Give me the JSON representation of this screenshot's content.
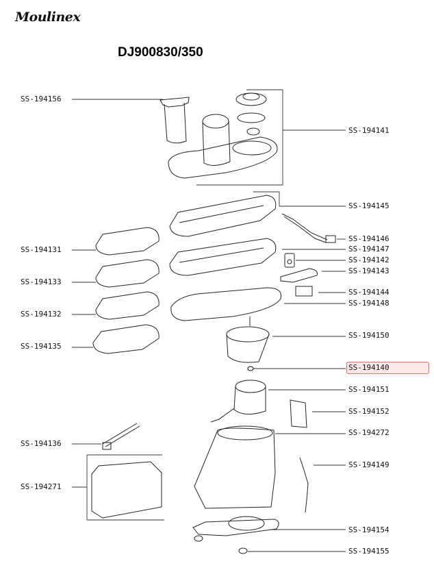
{
  "brand": "Moulinex",
  "model": "DJ900830/350",
  "highlight_color": "#f09696",
  "parts": [
    {
      "ref": "SS-194156",
      "side": "left"
    },
    {
      "ref": "SS-194141",
      "side": "right"
    },
    {
      "ref": "SS-194145",
      "side": "right"
    },
    {
      "ref": "SS-194146",
      "side": "right"
    },
    {
      "ref": "SS-194131",
      "side": "left"
    },
    {
      "ref": "SS-194147",
      "side": "right"
    },
    {
      "ref": "SS-194142",
      "side": "right"
    },
    {
      "ref": "SS-194143",
      "side": "right"
    },
    {
      "ref": "SS-194133",
      "side": "left"
    },
    {
      "ref": "SS-194144",
      "side": "right"
    },
    {
      "ref": "SS-194148",
      "side": "right"
    },
    {
      "ref": "SS-194132",
      "side": "left"
    },
    {
      "ref": "SS-194150",
      "side": "right"
    },
    {
      "ref": "SS-194135",
      "side": "left"
    },
    {
      "ref": "SS-194140",
      "side": "right",
      "highlighted": true
    },
    {
      "ref": "SS-194151",
      "side": "right"
    },
    {
      "ref": "SS-194152",
      "side": "right"
    },
    {
      "ref": "SS-194272",
      "side": "right"
    },
    {
      "ref": "SS-194136",
      "side": "left"
    },
    {
      "ref": "SS-194149",
      "side": "right"
    },
    {
      "ref": "SS-194271",
      "side": "left"
    },
    {
      "ref": "SS-194154",
      "side": "right"
    },
    {
      "ref": "SS-194155",
      "side": "right"
    }
  ]
}
